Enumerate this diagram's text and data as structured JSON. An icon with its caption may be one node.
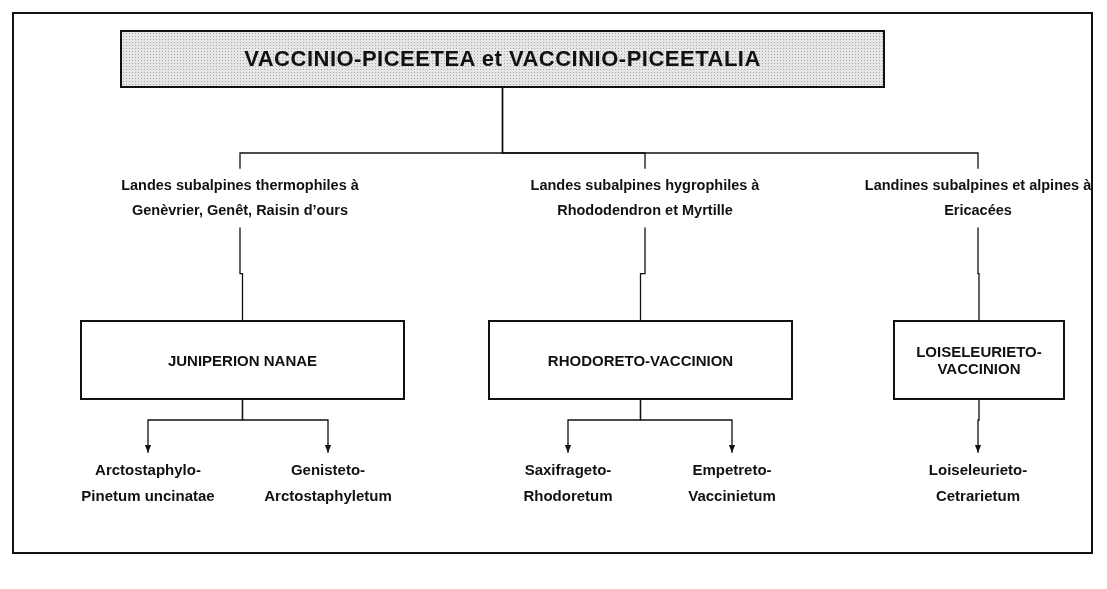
{
  "diagram": {
    "nodes": [
      {
        "text": [
          "VACCINIO-PICEETEA et VACCINIO-PICEETALIA"
        ]
      },
      {
        "text": [
          "Landes subalpines thermophiles à Genèvrier, Genêt, Raisin d’ours"
        ]
      },
      {
        "text": [
          "Landes subalpines hygrophiles à Rhododendron et Myrtille"
        ]
      },
      {
        "text": [
          "Landines subalpines et alpines à Ericacées"
        ]
      },
      {
        "text": [
          "JUNIPERION NANAE"
        ]
      },
      {
        "text": [
          "RHODORETO-VACCINION"
        ]
      },
      {
        "text": [
          "LOISELEURIETO- VACCINION"
        ]
      },
      {
        "text": [
          "Arctostaphylo- Pinetum uncinatae"
        ]
      },
      {
        "text": [
          "Genisteto- Arctostaphyletum"
        ]
      },
      {
        "text": [
          "Saxifrageto- Rhodoretum"
        ]
      },
      {
        "text": [
          "Empetreto- Vaccinietum"
        ]
      },
      {
        "text": [
          "Loiseleurieto- Cetrarietum"
        ]
      }
    ],
    "edges": [
      {
        "from": 0,
        "to": 1,
        "arrow": "none"
      },
      {
        "from": 0,
        "to": 2,
        "arrow": "none"
      },
      {
        "from": 0,
        "to": 3,
        "arrow": "none"
      },
      {
        "from": 1,
        "to": 4,
        "arrow": "none"
      },
      {
        "from": 2,
        "to": 5,
        "arrow": "none"
      },
      {
        "from": 3,
        "to": 6,
        "arrow": "none"
      },
      {
        "from": 4,
        "to": 7,
        "arrow": "to"
      },
      {
        "from": 4,
        "to": 8,
        "arrow": "to"
      },
      {
        "from": 5,
        "to": 9,
        "arrow": "to"
      },
      {
        "from": 5,
        "to": 10,
        "arrow": "to"
      },
      {
        "from": 6,
        "to": 11,
        "arrow": "to"
      }
    ]
  }
}
